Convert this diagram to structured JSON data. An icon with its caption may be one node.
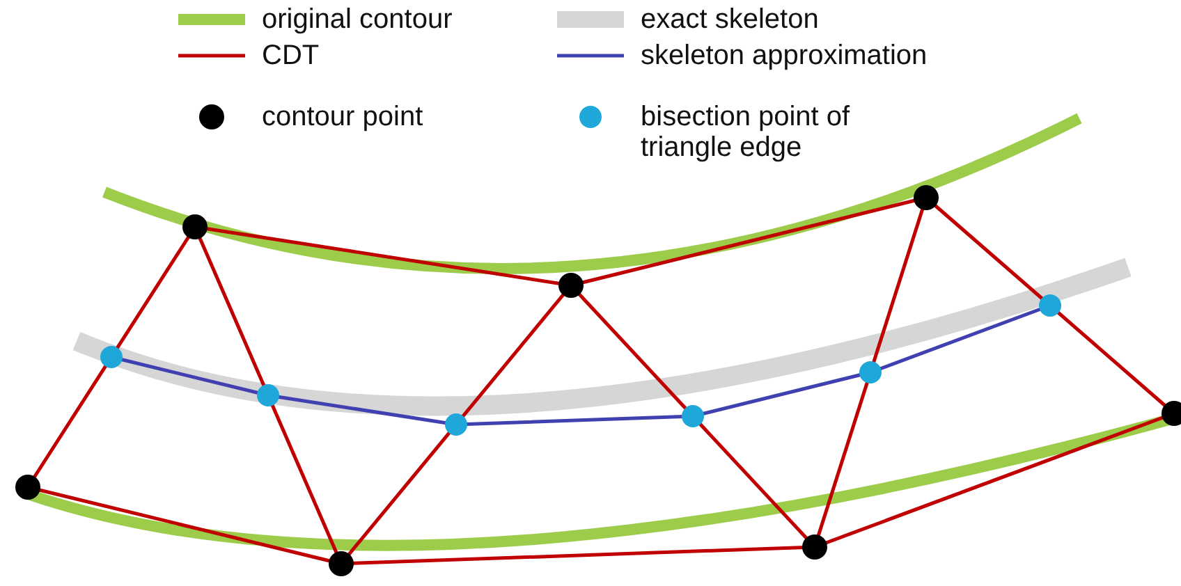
{
  "diagram": {
    "legend": [
      {
        "text": "original contour"
      },
      {
        "text": "exact skeleton"
      },
      {
        "text": "CDT"
      },
      {
        "text": "skeleton approximation"
      },
      {
        "text": "contour point"
      },
      {
        "text": "bisection point of triangle edge"
      }
    ]
  }
}
